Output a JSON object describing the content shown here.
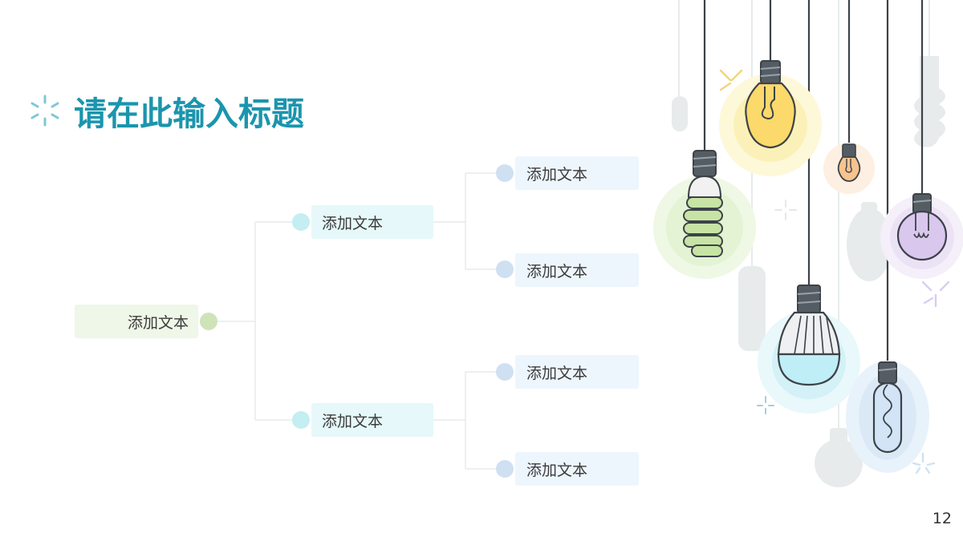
{
  "slide": {
    "title": "请在此输入标题",
    "page_number": "12"
  },
  "mindmap": {
    "root": {
      "label": "添加文本"
    },
    "branches": [
      {
        "label": "添加文本",
        "children": [
          {
            "label": "添加文本"
          },
          {
            "label": "添加文本"
          }
        ]
      },
      {
        "label": "添加文本",
        "children": [
          {
            "label": "添加文本"
          },
          {
            "label": "添加文本"
          }
        ]
      }
    ]
  },
  "colors": {
    "title": "#1b95ad",
    "root_box": "#eef7e8",
    "root_dot": "#cfe3b9",
    "branch_box": "#e6f8f9",
    "branch_dot": "#c4eef1",
    "leaf_box": "#eef6fd",
    "leaf_dot": "#cfe0f2",
    "connector": "#e2e6e6"
  },
  "decoration": {
    "title_icon": "sparkle-icon",
    "lamps": [
      "cfl-bulb-icon",
      "incandescent-bulb-icon",
      "small-bulb-icon",
      "globe-bulb-icon",
      "led-bulb-icon",
      "filament-bulb-icon"
    ]
  }
}
